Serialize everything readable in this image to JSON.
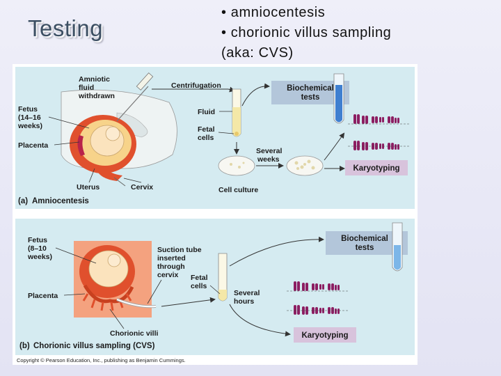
{
  "slide": {
    "title": "Testing",
    "bullets": [
      "• amniocentesis",
      "• chorionic villus sampling",
      "(aka: CVS)"
    ]
  },
  "figure": {
    "panel_a": {
      "caption_letter": "(a)",
      "caption": "Amniocentesis",
      "amniotic": [
        "Amniotic",
        "fluid",
        "withdrawn"
      ],
      "fetus": [
        "Fetus",
        "(14–16",
        "weeks)"
      ],
      "placenta": "Placenta",
      "uterus": "Uterus",
      "cervix": "Cervix",
      "centrifugation": "Centrifugation",
      "fluid": "Fluid",
      "fetal_cells": [
        "Fetal",
        "cells"
      ],
      "several_weeks": [
        "Several",
        "weeks"
      ],
      "cell_culture": "Cell culture",
      "biochemical": [
        "Biochemical",
        "tests"
      ],
      "karyotyping": "Karyotyping"
    },
    "panel_b": {
      "caption_letter": "(b)",
      "caption": "Chorionic villus sampling (CVS)",
      "fetus": [
        "Fetus",
        "(8–10",
        "weeks)"
      ],
      "placenta": "Placenta",
      "suction": [
        "Suction tube",
        "inserted",
        "through",
        "cervix"
      ],
      "fetal_cells": [
        "Fetal",
        "cells"
      ],
      "several_hours": [
        "Several",
        "hours"
      ],
      "chorionic_villi": "Chorionic villi",
      "biochemical": [
        "Biochemical",
        "tests"
      ],
      "karyotyping": "Karyotyping"
    },
    "copyright": "Copyright © Pearson Education, Inc., publishing as Benjamin Cummings.",
    "colors": {
      "panel_bg": "#d5ebf1",
      "box_bg": "#b3c6da",
      "karyo_bg": "#d8c3dc",
      "chromosome": "#8c1e62",
      "tube_blue": "#3f7fd0",
      "uterus_red": "#e0502d",
      "cvs_bg": "#f4a27f"
    }
  }
}
